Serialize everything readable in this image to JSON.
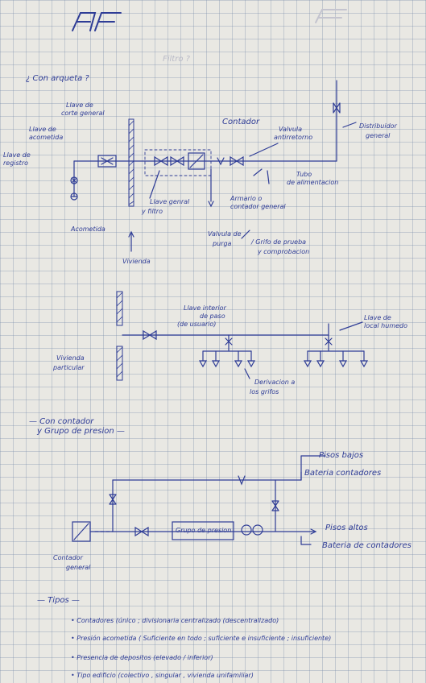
{
  "header": {
    "logo": "AF",
    "faint_label": "Filtro ?"
  },
  "diagram1": {
    "question": "¿ Con arqueta ?",
    "llave_de_corte_general": [
      "Llave de",
      "corte general"
    ],
    "llave_de_acometida": [
      "Llave de",
      "acometida"
    ],
    "llave_de_registro": [
      "Llave de",
      "registro"
    ],
    "contador": "Contador",
    "valvula_antirretorno": [
      "Valvula",
      "antirretorno"
    ],
    "distribuidor_general": [
      "Distribuidor",
      "general"
    ],
    "tubo_de_alimentacion": [
      "Tubo",
      "de alimentacion"
    ],
    "llave_general_filtro": [
      "Llave genral",
      "y filtro"
    ],
    "armario_contador": [
      "Armario o",
      "contador general"
    ],
    "acometida": "Acometida",
    "valvula_de_purga": [
      "Valvula de",
      "purga"
    ],
    "grifo_de_prueba": [
      "/ Grifo de prueba",
      "y comprobacion"
    ],
    "vivienda": "Vivienda"
  },
  "diagram2": {
    "llave_interior": [
      "Llave interior",
      "de paso",
      "(de usuario)"
    ],
    "llave_de_local_humedo": [
      "Llave de",
      "local humedo"
    ],
    "vivienda_particular": [
      "Vivienda",
      "particular"
    ],
    "derivacion": [
      "Derivacion a",
      "los grifos"
    ]
  },
  "diagram3": {
    "heading": [
      "— Con contador",
      "y Grupo de presion —"
    ],
    "pisos_bajos": "Pisos bajos",
    "bateria_contadores_top": "Bateria contadores",
    "grupo_de_presion": "Grupo de presion",
    "pisos_altos": "Pisos altos",
    "bateria_contadores_bottom": "Bateria de contadores",
    "contador_general": [
      "Contador",
      "general"
    ]
  },
  "tipos": {
    "heading": "— Tipos —",
    "items": [
      "• Contadores (único ; divisionaria centralizado (descentralizado)",
      "• Presión acometida ( Suficiente en todo ; suficiente e insuficiente ; insuficiente)",
      "• Presencia de depositos (elevado / inferior)",
      "• Tipo edificio (colectivo , singular , vivienda unifamiliar)"
    ]
  }
}
